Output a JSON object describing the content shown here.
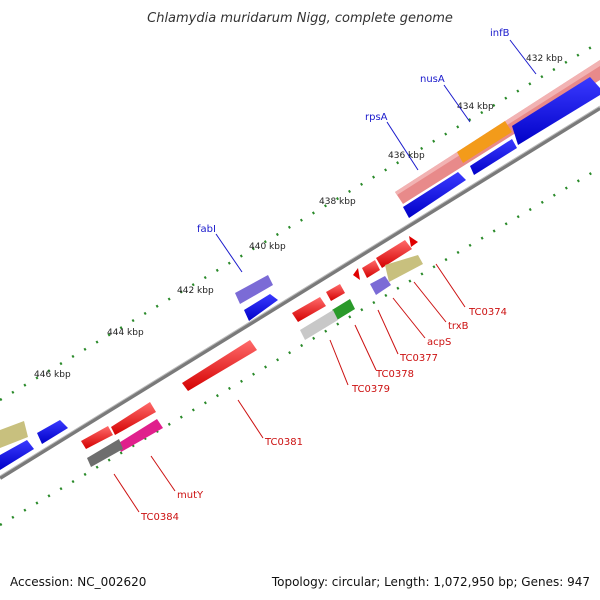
{
  "title": "Chlamydia muridarum Nigg, complete genome",
  "footer": {
    "accession": "Accession: NC_002620",
    "summary": "Topology: circular; Length: 1,072,950 bp; Genes: 947"
  },
  "colors": {
    "backbone": "#777777",
    "tick": "#2a8a2a",
    "label_forward": "#1a1acc",
    "label_reverse": "#cc1111"
  },
  "ticks": [
    "432 kbp",
    "434 kbp",
    "436 kbp",
    "438 kbp",
    "440 kbp",
    "442 kbp",
    "444 kbp",
    "446 kbp"
  ],
  "labels": {
    "infB": "infB",
    "nusA": "nusA",
    "rpsA": "rpsA",
    "fabI": "fabI",
    "TC0374": "TC0374",
    "trxB": "trxB",
    "acpS": "acpS",
    "TC0377": "TC0377",
    "TC0378": "TC0378",
    "TC0379": "TC0379",
    "TC0381": "TC0381",
    "mutY": "mutY",
    "TC0384": "TC0384"
  }
}
